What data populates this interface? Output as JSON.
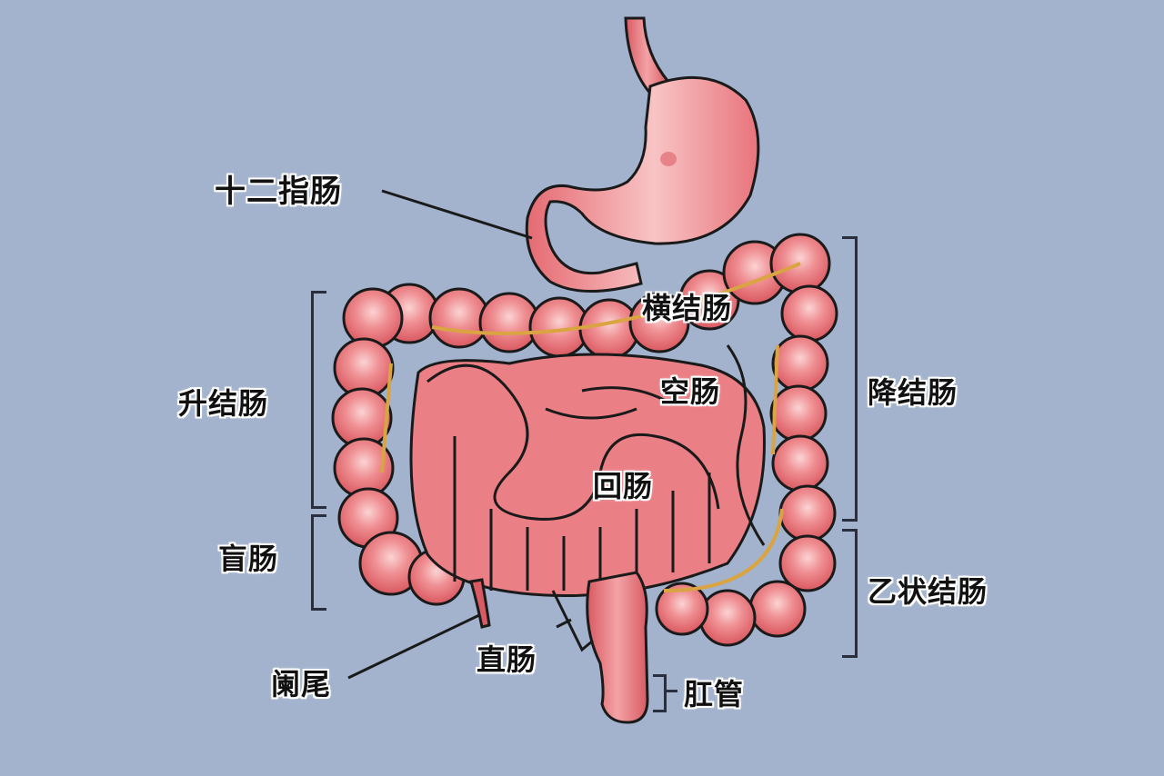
{
  "diagram": {
    "title": "Digestive tract: stomach, small intestine and large intestine",
    "background_color": "#a3b3cd",
    "organ_fill": "#e8737a",
    "organ_highlight": "#f6b4b6",
    "outline_color": "#1a1a1a",
    "vessel_color": "#d9a441"
  },
  "labels": {
    "duodenum": "十二指肠",
    "transverse_colon": "横结肠",
    "ascending_colon": "升结肠",
    "jejunum": "空肠",
    "descending_colon": "降结肠",
    "ileum": "回肠",
    "cecum": "盲肠",
    "sigmoid_colon": "乙状结肠",
    "appendix": "阑尾",
    "rectum": "直肠",
    "anal_canal": "肛管"
  }
}
